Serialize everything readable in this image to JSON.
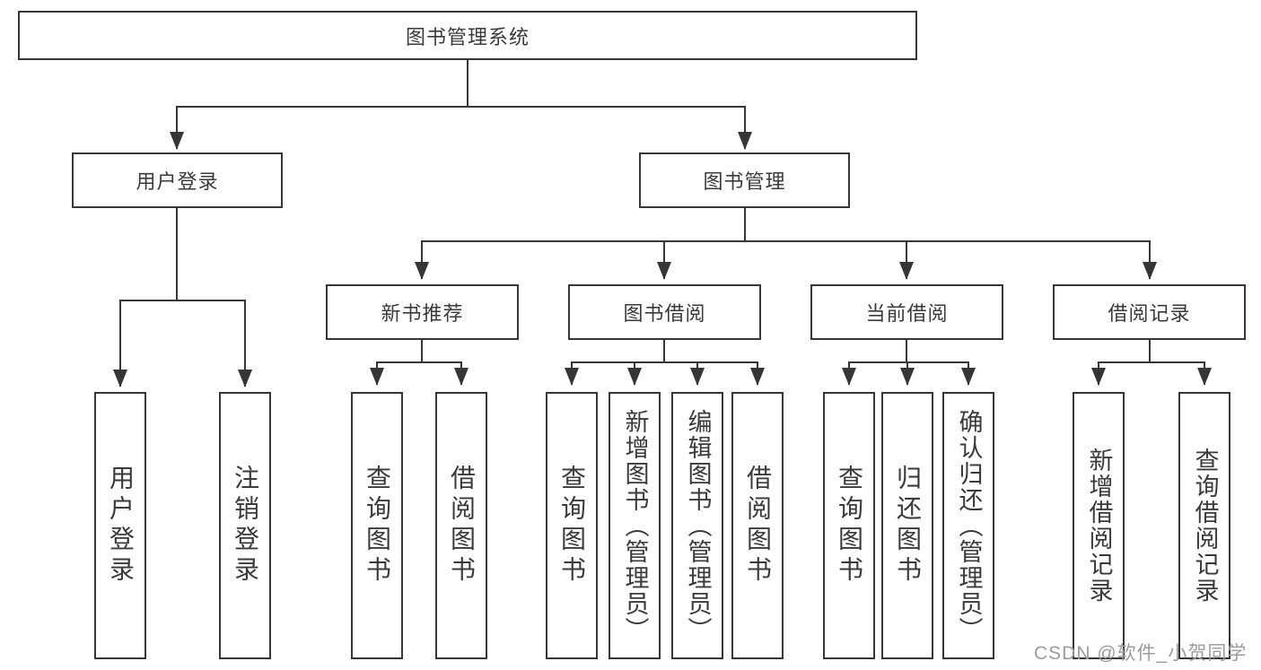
{
  "diagram": {
    "nodes": {
      "root": "图书管理系统",
      "user_login": "用户登录",
      "book_mgmt": "图书管理",
      "new_books": "新书推荐",
      "book_borrow": "图书借阅",
      "current_borrow": "当前借阅",
      "borrow_records": "借阅记录"
    },
    "leaves": {
      "user_login": "用户登录",
      "logout": "注销登录",
      "nb_query": "查询图书",
      "nb_borrow": "借阅图书",
      "bb_query": "查询图书",
      "bb_add": "新增图书（管理员）",
      "bb_edit": "编辑图书（管理员）",
      "bb_borrow": "借阅图书",
      "cb_query": "查询图书",
      "cb_return": "归还图书",
      "cb_confirm": "确认归还（管理员）",
      "rec_add": "新增借阅记录",
      "rec_query": "查询借阅记录"
    }
  },
  "watermark": "CSDN @软件_小贺同学",
  "colors": {
    "line": "#363636",
    "box_border": "#363636",
    "text": "#3a3a3a",
    "watermark": "#9c9c9c",
    "background": "#ffffff"
  }
}
